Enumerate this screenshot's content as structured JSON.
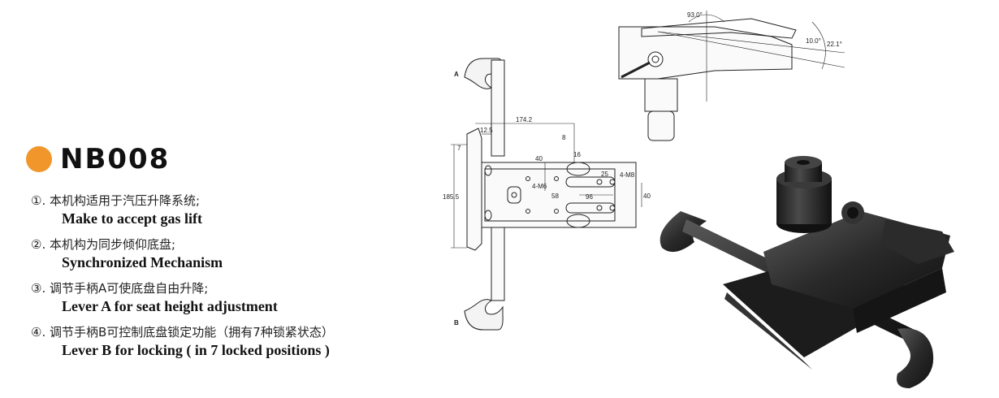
{
  "product": {
    "model": "NB008",
    "accent": "#f0962a"
  },
  "features": [
    {
      "cn": "①. 本机构适用于汽压升降系统;",
      "en": "Make to accept gas lift"
    },
    {
      "cn": "②. 本机构为同步倾仰底盘;",
      "en": "Synchronized Mechanism"
    },
    {
      "cn": "③. 调节手柄A可使底盘自由升降;",
      "en": "Lever A for seat height adjustment"
    },
    {
      "cn": "④. 调节手柄B可控制底盘锁定功能（拥有7种锁紧状态）",
      "en": "Lever B for locking ( in 7 locked positions )"
    }
  ],
  "drawing": {
    "lever_a": "A",
    "lever_b": "B",
    "dims": [
      "174.2",
      "12.5",
      "7",
      "185.5",
      "40",
      "8",
      "16",
      "4-M6",
      "58",
      "25",
      "4-M8",
      "96",
      "40"
    ],
    "angles": [
      "93.0°",
      "10.0°",
      "22.1°"
    ]
  }
}
